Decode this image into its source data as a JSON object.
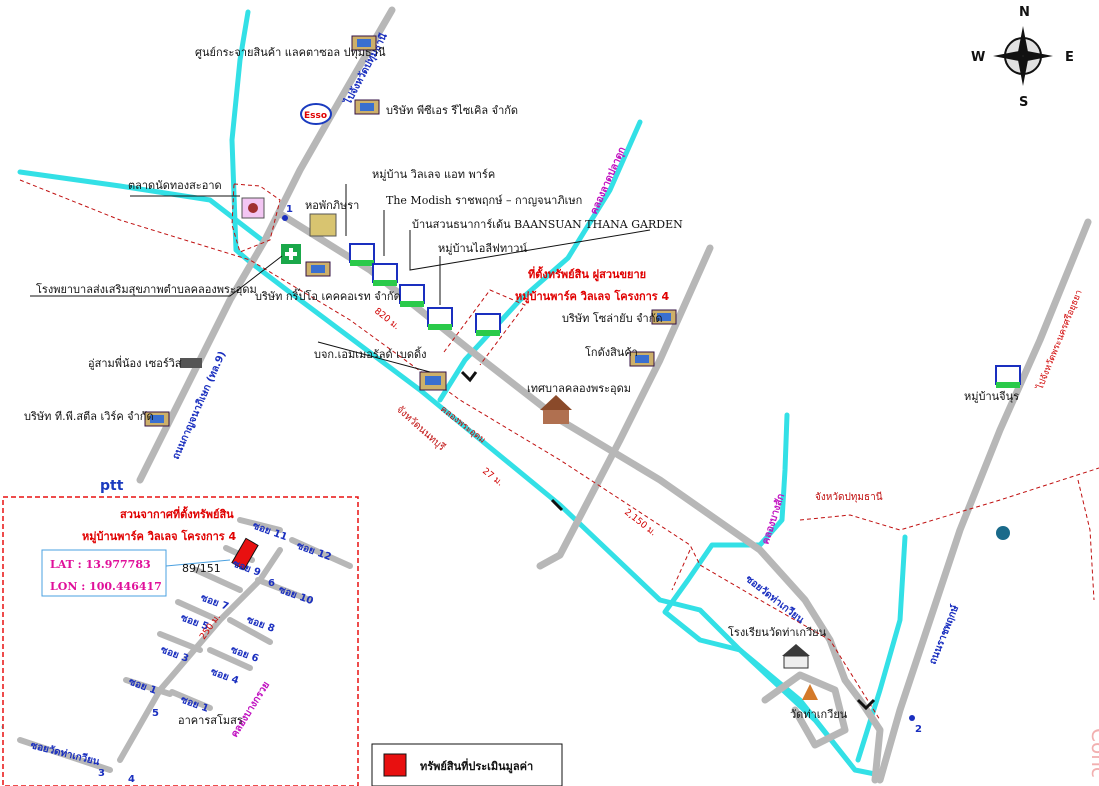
{
  "compass": {
    "n": "N",
    "s": "S",
    "e": "E",
    "w": "W"
  },
  "roads": {
    "pathum_road": "ไปจังหวัดปทุมธานี",
    "kanchana_road": "ถนนกาญจนาภิเษก (ทล.9)",
    "khlong_phra_udom_road": "คลองพระอุดม",
    "wat_tha_kwian_road": "ซอยวัดท่าเกวียน",
    "pathum_road_right": "ไปจังหวัดพระนครศรีอยุธยา",
    "ratchaphruek_road": "ถนนราชพฤกษ์",
    "khlong_bang_sak": "คลองบางสัก",
    "khlong_bang_kruay": "คลองบางกรวย",
    "khlong_lat_chao": "คลองลาดปลาดุก"
  },
  "distances": {
    "d820": "820 ม.",
    "d27": "27 ม.",
    "d2150": "2,150 ม.",
    "d250": "250 ม."
  },
  "provinces": {
    "nonthaburi": "จังหวัดนนทบุรี",
    "pathumthani": "จังหวัดปทุมธานี"
  },
  "places": {
    "dist_center": "ศูนย์กระจายสินค้า แลคตาซอล ปทุมธานี",
    "pcr": "บริษัท พีซีเอร รีไซเคิล จำกัด",
    "market": "ตลาดนัดทองสะอาด",
    "dorm": "หอพักภิษรา",
    "village_art": "หมู่บ้าน วิลเลจ แอท พาร์ค",
    "modish": "The Modish ราชพฤกษ์ – กาญจนาภิเษก",
    "baansuan": "บ้านสวนธนาการ์เด้น BAANSUAN THANA GARDEN",
    "iris": "หมู่บ้านไอลีฟทาวน์",
    "hospital": "โรงพยาบาลส่งเสริมสุขภาพตำบลคลองพระอุดม",
    "grip": "บริษัท กริ๊ปโอ เคคคอเรท จำกัด",
    "emerald": "บจก.เอมเมอรัลด์ เบดดิ้ง",
    "garage": "อู่สามพี่น้อง เซอร์วิส",
    "tp_steel": "บริษัท ที.พี.สตีล เวิร์ค จำกัด",
    "solar": "บริษัท โซล่ายับ จำกัด",
    "warehouse": "โกดังสินค้า",
    "municipal": "เทศบาลคลองพระอุดม",
    "charin": "หมู่บ้านจีนุร",
    "school": "โรงเรียนวัดท่าเกวียน",
    "temple": "วัดท่าเกวียน",
    "subject_line1": "ที่ตั้งทรัพย์สิน ฝูสวนขยาย",
    "subject_line2": "หมู่บ้านพาร์ค วิลเลจ โครงการ 4",
    "esso": "Esso",
    "ptt": "ptt"
  },
  "inset": {
    "title1": "สวนจากาศที่ตั้งทรัพย์สิน",
    "title2": "หมู่บ้านพาร์ค วิลเลจ โครงการ 4",
    "lat": "LAT : 13.977783",
    "lon": "LON : 100.446417",
    "house_no": "89/151",
    "soi": [
      "ซอย 11",
      "ซอย 12",
      "ซอย 9",
      "ซอย 10",
      "ซอย 7",
      "ซอย 8",
      "ซอย 5",
      "ซอย 6",
      "ซอย 3",
      "ซอย 4",
      "ซอย 1",
      "ซอย 1"
    ],
    "building": "อาคารสโมสร",
    "road_label": "คลองบางกรวย",
    "wat_label": "ซอยวัดท่าเกวียน",
    "points": [
      "5",
      "6",
      "3",
      "4"
    ]
  },
  "legend": {
    "label": "ทรัพย์สินที่ประเมินมูลค่า",
    "color": "#e81010"
  },
  "markers": [
    "1",
    "2"
  ],
  "watermark": "Conc",
  "colors": {
    "road": "#b7b7b7",
    "canal": "#33e0e6",
    "red": "#e81010",
    "blue": "#1a2fbf"
  }
}
